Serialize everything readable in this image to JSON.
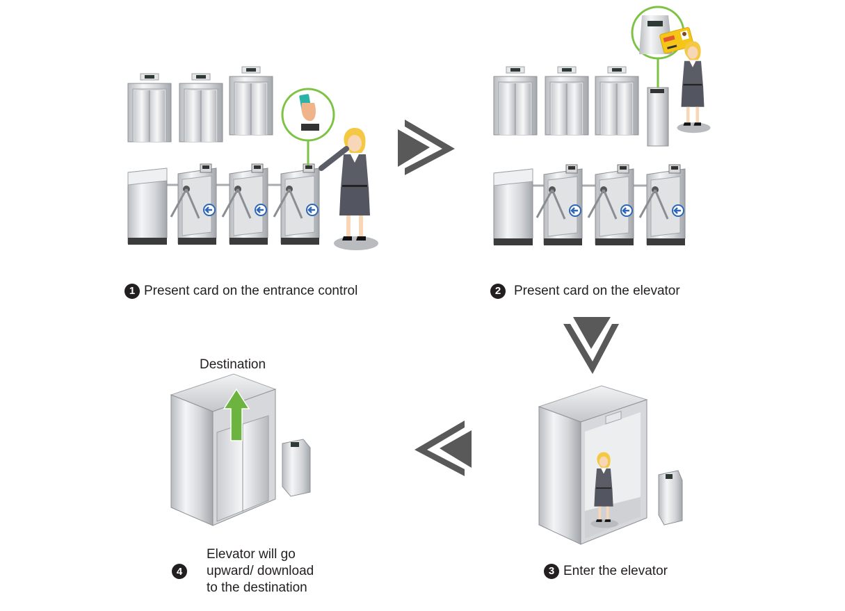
{
  "steps": [
    {
      "number": "1",
      "label": "Present card on the entrance control"
    },
    {
      "number": "2",
      "label": "Present card on the elevator"
    },
    {
      "number": "3",
      "label": "Enter the elevator"
    },
    {
      "number": "4",
      "label_lines": [
        "Elevator will go",
        "upward/ download",
        "to the destination"
      ]
    }
  ],
  "destination_label": "Destination",
  "colors": {
    "arrow_gray": "#595959",
    "green_accent": "#6cb33f",
    "callout_ring": "#7cc243",
    "card_yellow": "#f5c518",
    "hair_yellow": "#f4c842",
    "suit_gray": "#5a5d66",
    "steel_light": "#e8e9eb",
    "steel_dark": "#9fa3a8"
  }
}
